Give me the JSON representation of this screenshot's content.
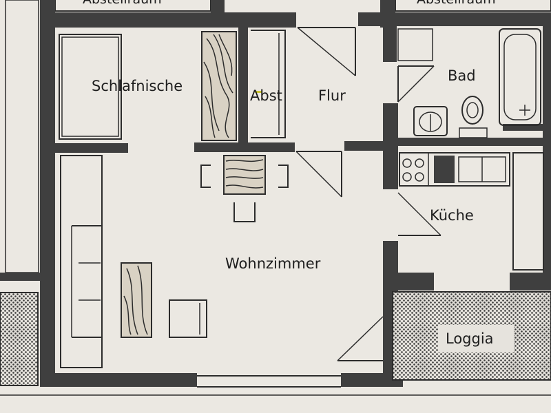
{
  "plan": {
    "top_labels": [
      "Abstellraum",
      "Abstellraum"
    ],
    "rooms": {
      "schlafnische": "Schlafnische",
      "abst": "Abst",
      "flur": "Flur",
      "bad": "Bad",
      "kueche": "Küche",
      "wohnzimmer": "Wohnzimmer",
      "loggia": "Loggia"
    },
    "colors": {
      "paper": "#ebe8e2",
      "wall": "#3f3f3f",
      "line": "#2c2c2c",
      "wood": "#d9d2c4",
      "abst_label": "#4a4a3a",
      "abst_marker": "#c9c330"
    }
  }
}
